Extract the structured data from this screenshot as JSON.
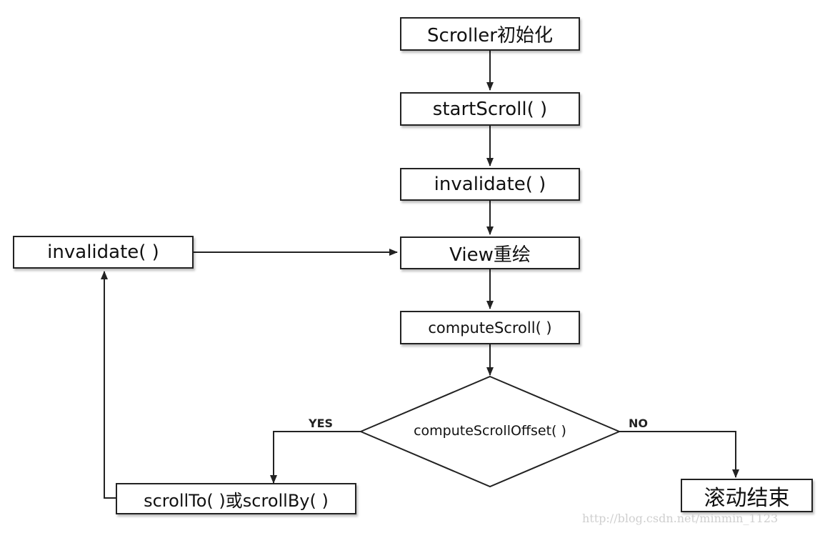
{
  "nodes": {
    "scroller_init": "Scroller初始化",
    "start_scroll": "startScroll( )",
    "invalidate_main": "invalidate( )",
    "view_redraw": "View重绘",
    "compute_scroll": "computeScroll( )",
    "compute_scroll_offset": "computeScrollOffset( )",
    "invalidate_loop": "invalidate( )",
    "scroll_to_by": "scrollTo( )或scrollBy( )",
    "scroll_end": "滚动结束"
  },
  "edge_labels": {
    "yes": "YES",
    "no": "NO"
  },
  "watermark": "http://blog.csdn.net/minmin_1123",
  "colors": {
    "stroke": "#222222",
    "fill": "#ffffff",
    "watermark": "#cfcfcf"
  }
}
